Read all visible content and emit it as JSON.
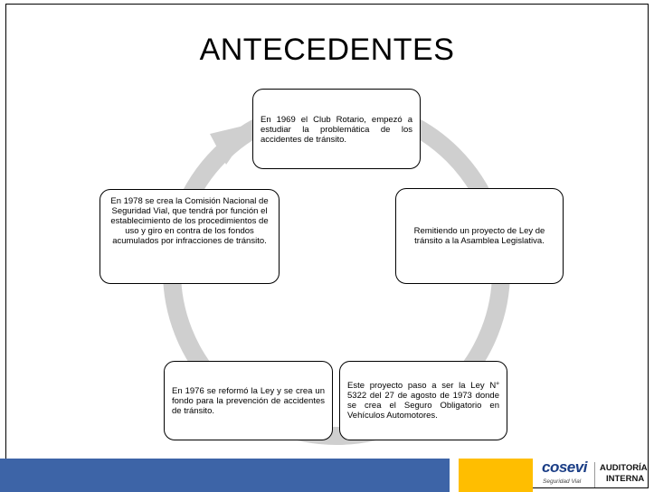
{
  "slide": {
    "title": "ANTECEDENTES"
  },
  "cycle": {
    "arrow_color": "#cfcfcf",
    "steps": [
      {
        "text": "En 1969 el Club Rotario, empezó a estudiar la problemática de los accidentes de tránsito."
      },
      {
        "text": "Remitiendo un proyecto de Ley de tránsito a la Asamblea Legislativa."
      },
      {
        "text": "Este proyecto paso a ser la Ley N° 5322 del 27 de agosto de 1973 donde se crea el Seguro Obligatorio en Vehículos Automotores."
      },
      {
        "text": "En 1976 se reformó la Ley y se crea un fondo  para la prevención de accidentes de tránsito."
      },
      {
        "text": "En 1978 se crea la Comisión Nacional de Seguridad Vial, que tendrá por función el establecimiento de los procedimientos de uso y giro en contra de los fondos acumulados por infracciones de tránsito."
      }
    ]
  },
  "footer": {
    "blue": "#3d64a7",
    "yellow": "#ffbe00",
    "logo_text": "cosevi",
    "logo_subtext": "Seguridad Vial",
    "dept_line1": "AUDITORÍA",
    "dept_line2": "INTERNA"
  }
}
